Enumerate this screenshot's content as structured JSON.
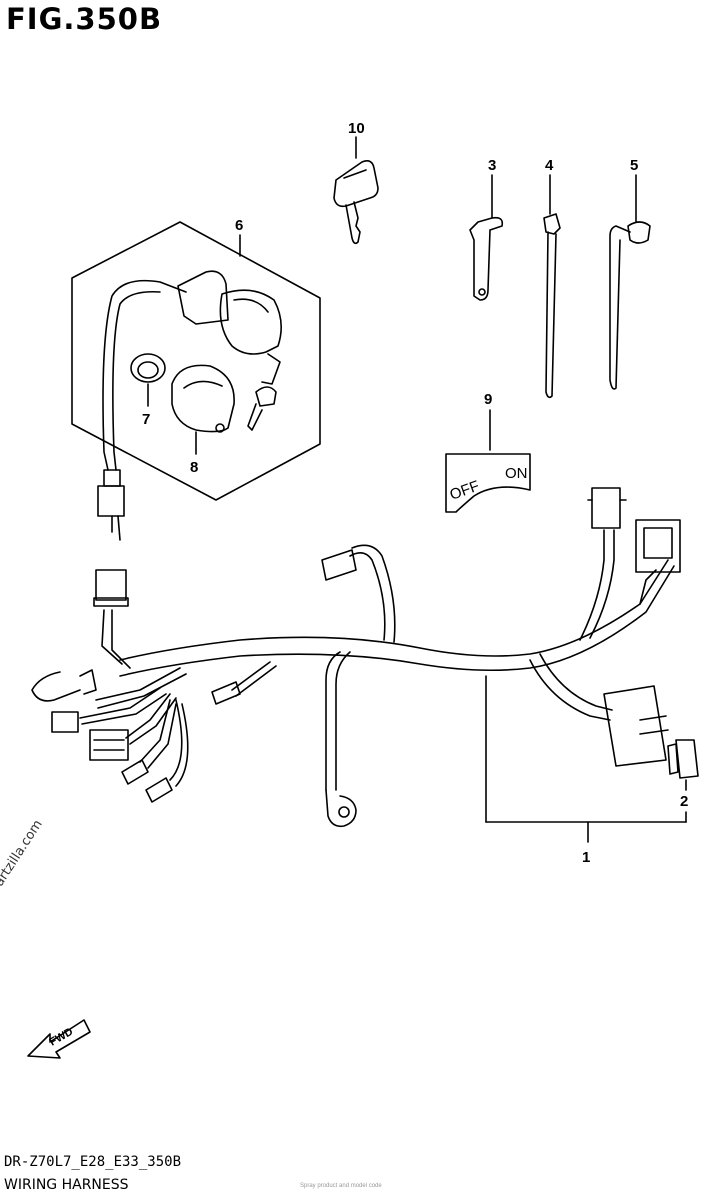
{
  "figure": {
    "title": "FIG.350B",
    "model_code": "DR-Z70L7_E28_E33_350B",
    "caption": "WIRING HARNESS",
    "watermark": "© Partzilla.com",
    "fwd_label": "FWD",
    "tiny_text": "Spray product and model code"
  },
  "callouts": [
    {
      "id": "1",
      "label": "1"
    },
    {
      "id": "2",
      "label": "2"
    },
    {
      "id": "3",
      "label": "3"
    },
    {
      "id": "4",
      "label": "4"
    },
    {
      "id": "5",
      "label": "5"
    },
    {
      "id": "6",
      "label": "6"
    },
    {
      "id": "7",
      "label": "7"
    },
    {
      "id": "8",
      "label": "8"
    },
    {
      "id": "9",
      "label": "9"
    },
    {
      "id": "10",
      "label": "10"
    }
  ],
  "switch_plate": {
    "off": "OFF",
    "on": "ON"
  },
  "colors": {
    "line": "#000000",
    "background": "#ffffff"
  }
}
